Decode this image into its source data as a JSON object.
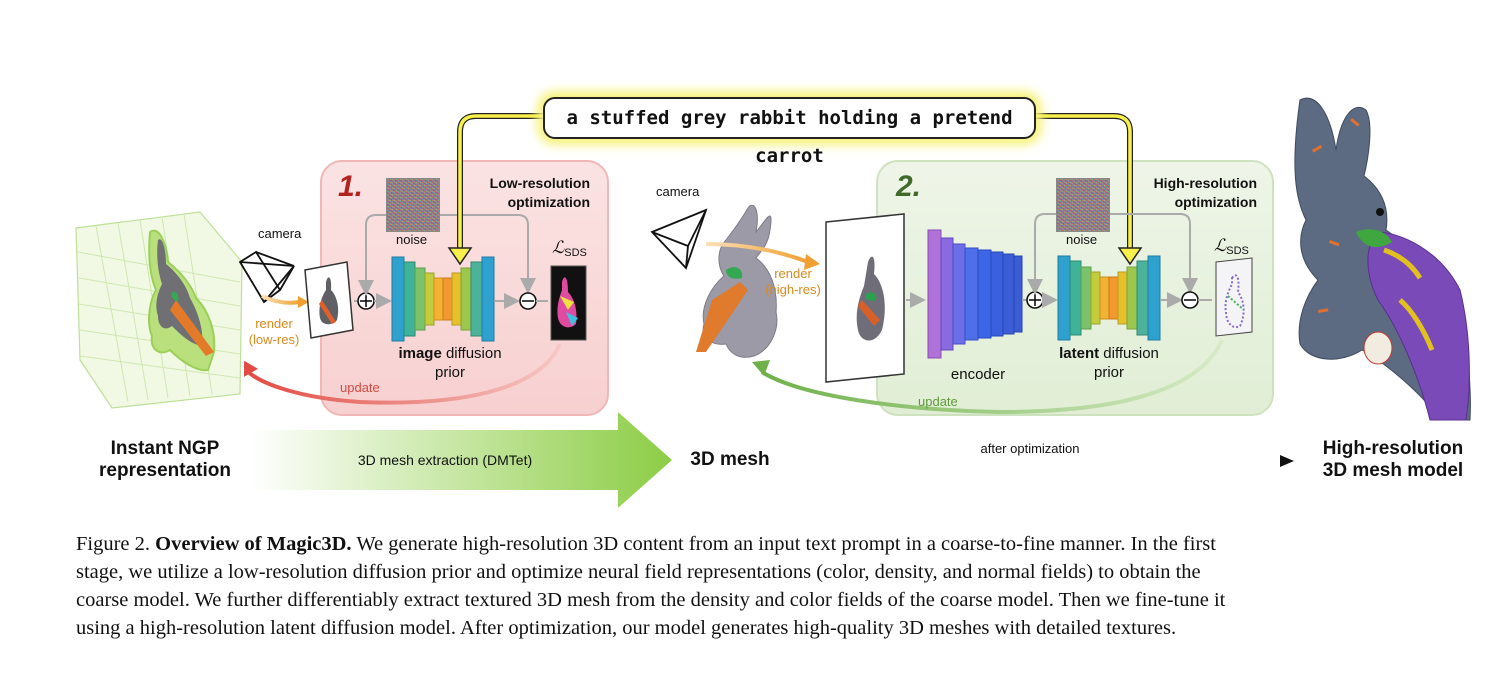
{
  "prompt": "a stuffed grey rabbit holding a pretend carrot",
  "stage1": {
    "number": "1.",
    "title_line1": "Low-resolution",
    "title_line2": "optimization",
    "camera": "camera",
    "noise": "noise",
    "render_line1": "render",
    "render_line2": "(low-res)",
    "prior_bold": "image",
    "prior_rest": " diffusion",
    "prior_line2": "prior",
    "loss_symbol": "ℒ",
    "loss_sub": "SDS",
    "update": "update"
  },
  "stage2": {
    "number": "2.",
    "title_line1": "High-resolution",
    "title_line2": "optimization",
    "camera": "camera",
    "noise": "noise",
    "render_line1": "render",
    "render_line2": "(high-res)",
    "encoder": "encoder",
    "prior_bold": "latent",
    "prior_rest": " diffusion",
    "prior_line2": "prior",
    "loss_symbol": "ℒ",
    "loss_sub": "SDS",
    "update": "update"
  },
  "bottom": {
    "ngp_line1": "Instant NGP",
    "ngp_line2": "representation",
    "extraction": "3D mesh extraction (DMTet)",
    "mesh": "3D mesh",
    "after": "after optimization",
    "final_line1": "High-resolution",
    "final_line2": "3D mesh model"
  },
  "caption": {
    "prefix": "Figure 2. ",
    "bold": "Overview of Magic3D.",
    "line1_rest": " We generate high-resolution 3D content from an input text prompt in a coarse-to-fine manner. In the first",
    "line2": "stage, we utilize a low-resolution diffusion prior and optimize neural field representations (color, density, and normal fields) to obtain the",
    "line3": "coarse model. We further differentiably extract textured 3D mesh from the density and color fields of the coarse model. Then we fine-tune it",
    "line4": "using a high-resolution latent diffusion model. After optimization, our model generates high-quality 3D meshes with detailed textures."
  },
  "colors": {
    "stage1_bg": "#f7d0d0",
    "stage2_bg": "#e1eed5",
    "render_text": "#d98a1e",
    "update1": "#e24a43",
    "update2": "#6fb04a",
    "prompt_glow": "#f6f27a",
    "stage_num": "#b2221e",
    "stage2_num": "#3f6a2a"
  }
}
